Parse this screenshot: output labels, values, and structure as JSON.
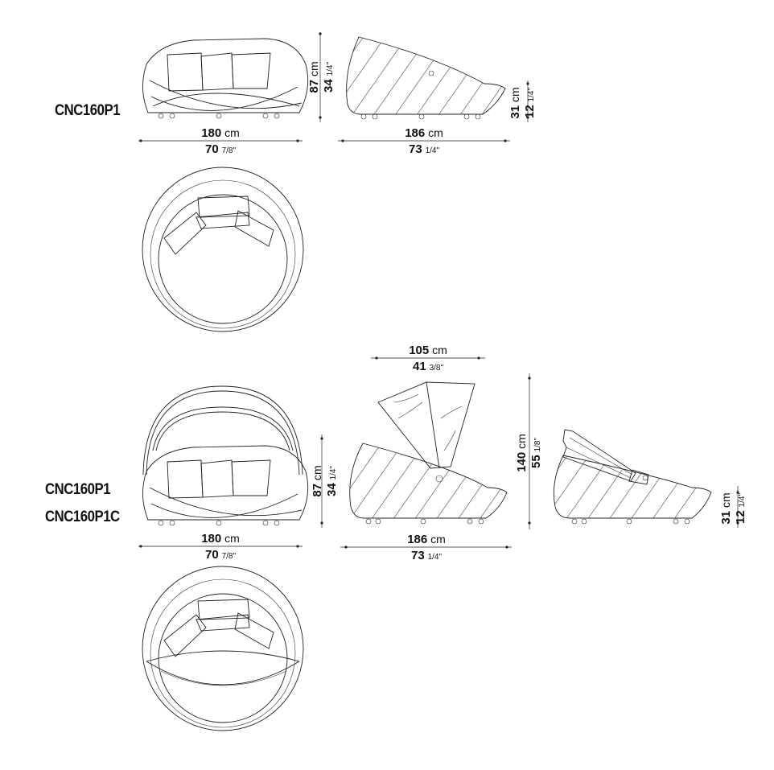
{
  "sections": [
    {
      "id": "basic",
      "models": [
        "CNC160P1"
      ],
      "front_view": {
        "width": {
          "cm_value": "180",
          "cm_unit": "cm",
          "in_whole": "70",
          "in_frac": "7/8\""
        },
        "height": {
          "cm_value": "87",
          "cm_unit": "cm",
          "in_whole": "34",
          "in_frac": "1/4\""
        }
      },
      "side_view": {
        "length": {
          "cm_value": "186",
          "cm_unit": "cm",
          "in_whole": "73",
          "in_frac": "1/4\""
        },
        "seat_height": {
          "cm_value": "31",
          "cm_unit": "cm",
          "in_whole": "12",
          "in_frac": "1/4\""
        }
      },
      "top_view": {
        "label": "top-view"
      }
    },
    {
      "id": "canopy",
      "models": [
        "CNC160P1",
        "CNC160P1C"
      ],
      "front_view": {
        "width": {
          "cm_value": "180",
          "cm_unit": "cm",
          "in_whole": "70",
          "in_frac": "7/8\""
        },
        "height": {
          "cm_value": "87",
          "cm_unit": "cm",
          "in_whole": "34",
          "in_frac": "1/4\""
        }
      },
      "side_view_open": {
        "canopy_width": {
          "cm_value": "105",
          "cm_unit": "cm",
          "in_whole": "41",
          "in_frac": "3/8\""
        },
        "length": {
          "cm_value": "186",
          "cm_unit": "cm",
          "in_whole": "73",
          "in_frac": "1/4\""
        },
        "total_height": {
          "cm_value": "140",
          "cm_unit": "cm",
          "in_whole": "55",
          "in_frac": "1/8\""
        }
      },
      "side_view_folded": {
        "seat_height": {
          "cm_value": "31",
          "cm_unit": "cm",
          "in_whole": "12",
          "in_frac": "1/4\""
        }
      },
      "top_view": {
        "label": "top-view-with-canopy"
      }
    }
  ],
  "colors": {
    "line": "#222222",
    "background": "#ffffff",
    "text": "#111111"
  }
}
